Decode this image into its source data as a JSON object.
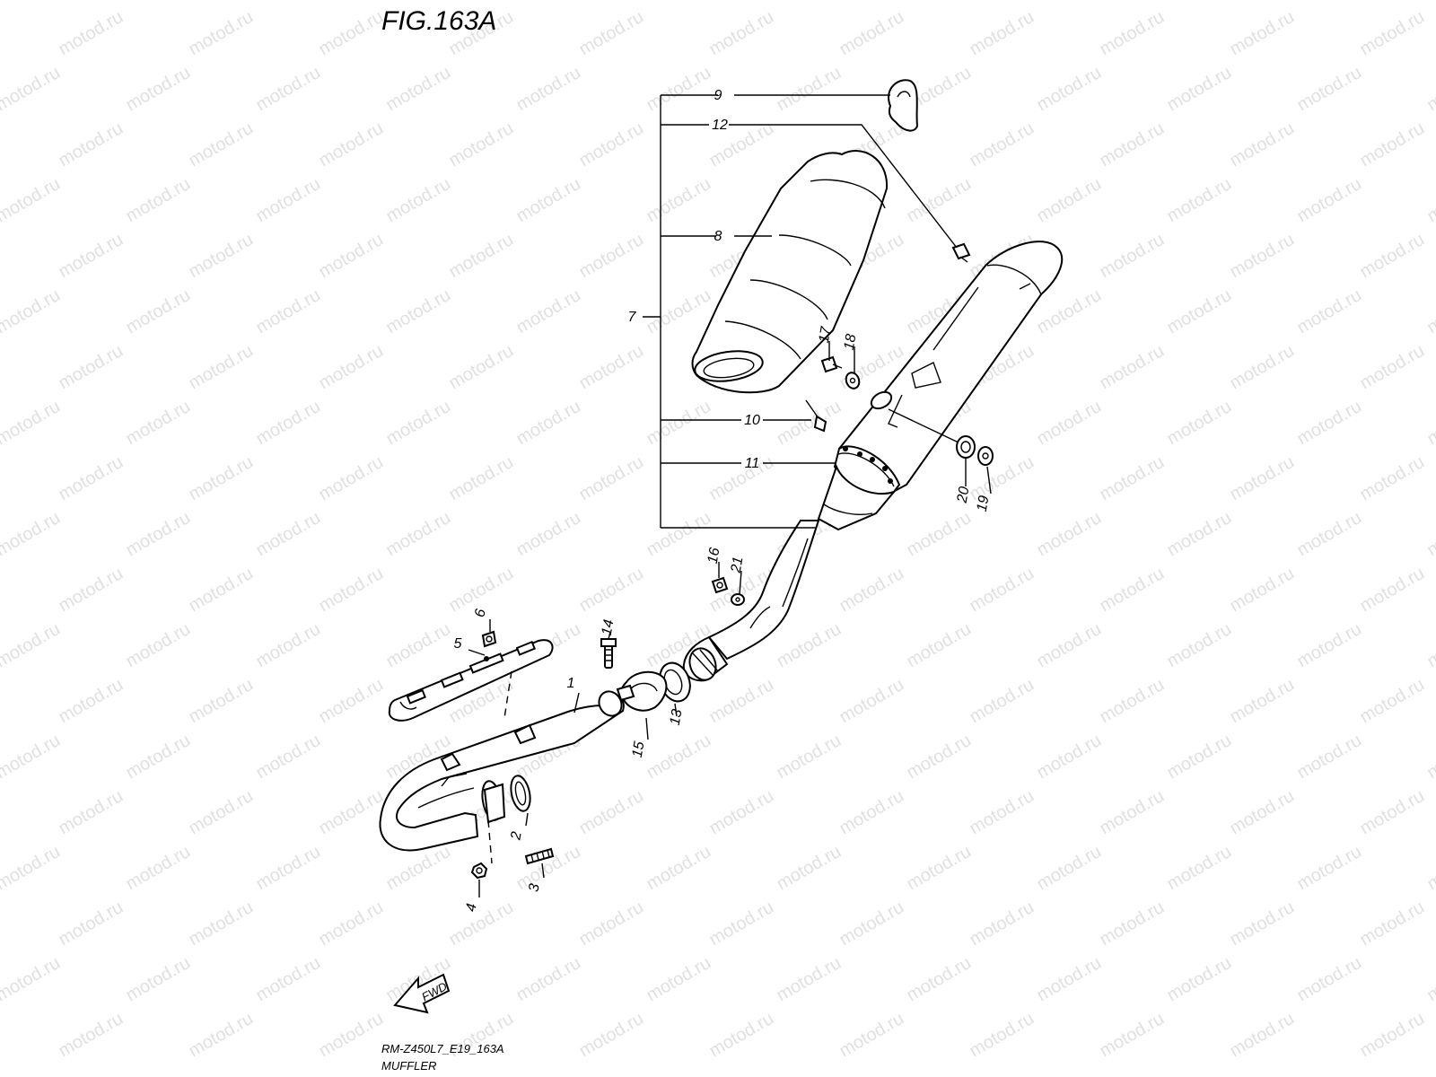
{
  "figure_title": "FIG.163A",
  "footer": {
    "code": "RM-Z450L7_E19_163A",
    "name": "MUFFLER"
  },
  "watermark": "motod.ru",
  "fwd_label": "FWD",
  "callouts": [
    "1",
    "2",
    "3",
    "4",
    "5",
    "6",
    "7",
    "8",
    "9",
    "10",
    "11",
    "12",
    "13",
    "14",
    "15",
    "16",
    "17",
    "18",
    "19",
    "20",
    "21"
  ]
}
